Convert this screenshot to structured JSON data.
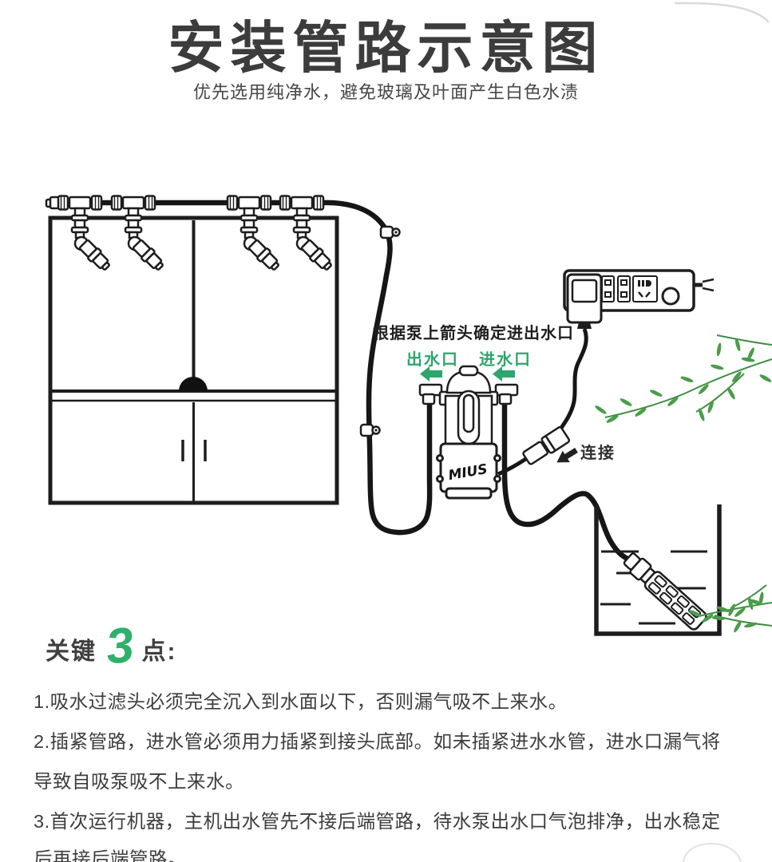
{
  "page": {
    "title": "安装管路示意图",
    "subtitle": "优先选用纯净水，避免玻璃及叶面产生白色水渍"
  },
  "diagram": {
    "pump_note": "根据泵上箭头确定进出水口",
    "outlet_label": "出水口",
    "inlet_label": "进水口",
    "connect_label": "连接",
    "pump_brand": "MIUS"
  },
  "key_points": {
    "prefix": "关键",
    "number": "3",
    "suffix": "点:",
    "lines": [
      "1.吸水过滤头必须完全沉入到水面以下，否则漏气吸不上来水。",
      "2.插紧管路，进水管必须用力插紧到接头底部。如未插紧进水水管，进水口漏气将",
      "导致自吸泵吸不上来水。",
      "3.首次运行机器，主机出水管先不接后端管路，待水泵出水口气泡排净，出水稳定",
      "后再接后端管路。"
    ]
  },
  "colors": {
    "accent_green": "#2ea56c",
    "line_black": "#1d1d1d",
    "foliage_green": "#4a9c4a"
  }
}
